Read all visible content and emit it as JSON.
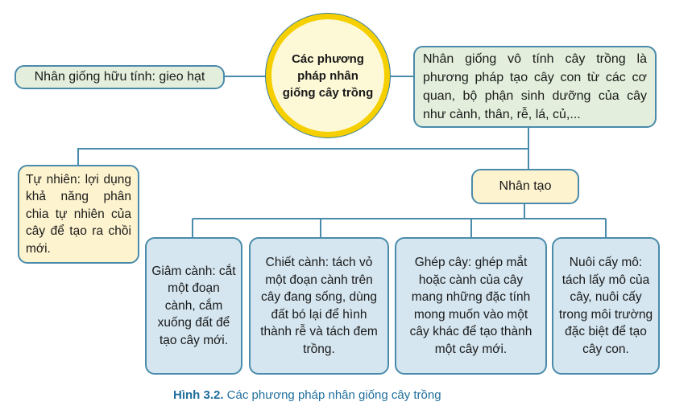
{
  "center": {
    "title": "Các phương pháp nhân giống cây trồng"
  },
  "sexual": {
    "text": "Nhân giống hữu tính: gieo hạt"
  },
  "asexual": {
    "text": "Nhân giống vô tính cây trồng là phương pháp tạo cây con từ các cơ quan, bộ phận sinh dưỡng của cây như cành, thân, rễ, lá, củ,..."
  },
  "natural": {
    "text": "Tự nhiên: lợi dụng khả năng phân chia tự nhiên của cây để tạo ra chồi mới."
  },
  "artificial": {
    "text": "Nhân tạo"
  },
  "methods": [
    {
      "text": "Giâm cành: cắt một đoạn cành, cắm xuống đất để tạo cây mới."
    },
    {
      "text": "Chiết cành: tách vỏ một đoạn cành trên cây đang sống, dùng đất bó lại để hình thành rễ và tách đem trồng."
    },
    {
      "text": "Ghép cây: ghép mắt hoặc cành của cây mang những đặc tính mong muốn vào một cây khác để tạo thành một cây mới."
    },
    {
      "text": "Nuôi cấy mô: tách lấy mô của cây, nuôi cấy trong môi trường đặc biệt để tạo cây con."
    }
  ],
  "caption": {
    "label": "Hình 3.2.",
    "text": " Các phương pháp nhân giống cây trồng"
  },
  "colors": {
    "line": "#4a8bab",
    "ring": "#f5cf00",
    "caption": "#1f6e9c"
  }
}
